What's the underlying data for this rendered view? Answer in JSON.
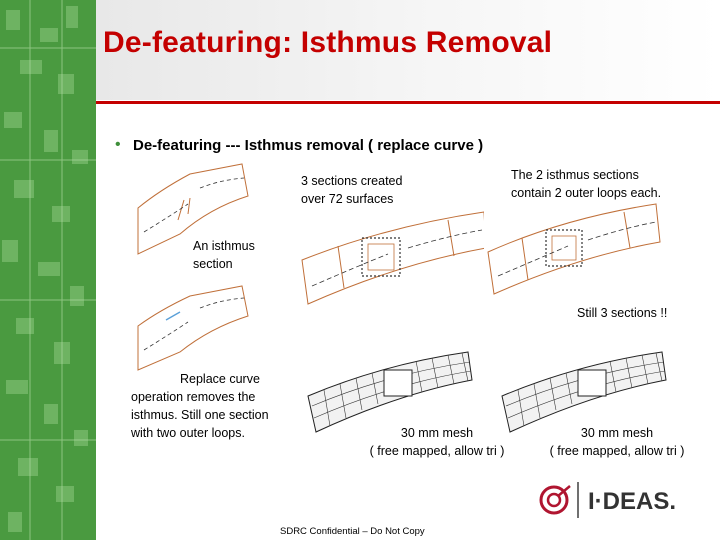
{
  "slide": {
    "title": "De-featuring:  Isthmus Removal",
    "bullet": "De-featuring  ---  Isthmus removal ( replace curve )",
    "bullet_color": "#3f8f3a",
    "title_color": "#c40000"
  },
  "captions": {
    "sections_created_line1": "3 sections created",
    "sections_created_line2": "over 72 surfaces",
    "two_sections_line1": "The 2 isthmus sections",
    "two_sections_line2": "contain 2 outer loops each.",
    "isthmus_line1": "An isthmus",
    "isthmus_line2": "section",
    "still_three": "Still 3 sections  !!",
    "replace_line1": "Replace curve",
    "replace_line2": "operation removes the",
    "replace_line3": "isthmus.  Still one section",
    "replace_line4": "with two outer loops.",
    "mesh_left_line1": "30 mm mesh",
    "mesh_left_line2": "( free mapped, allow tri )",
    "mesh_right_line1": "30 mm mesh",
    "mesh_right_line2": "( free mapped, allow tri )"
  },
  "footer": "SDRC Confidential – Do Not Copy",
  "logo": {
    "text": "I·DEAS.",
    "color": "#b01530"
  }
}
